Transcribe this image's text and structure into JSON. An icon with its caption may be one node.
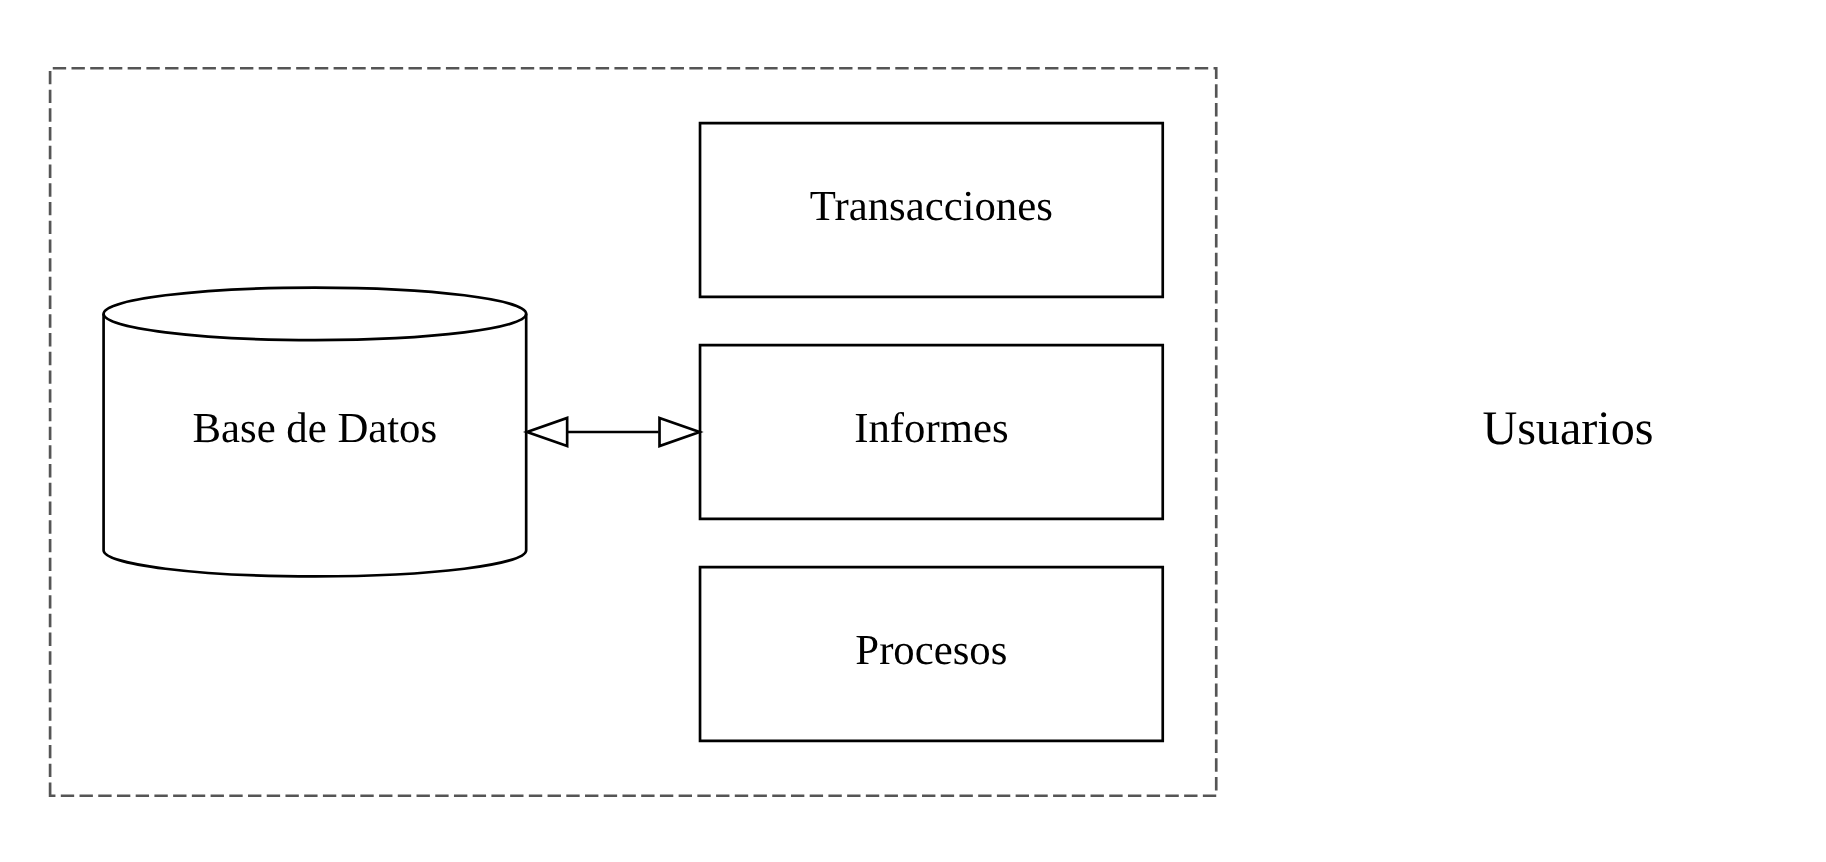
{
  "diagram": {
    "nodes": [
      {
        "text": [],
        "shape": "box"
      },
      {
        "text": [
          "Base de Datos"
        ],
        "in": 0
      },
      {
        "text": [
          "Transacciones"
        ],
        "in": 0
      },
      {
        "text": [
          "Informes"
        ],
        "in": 0
      },
      {
        "text": [
          "Procesos"
        ],
        "in": 0
      }
    ],
    "edges": [
      {
        "from": 1,
        "to": 3,
        "arrow": "both"
      }
    ],
    "labels": [
      "Usuarios"
    ]
  }
}
